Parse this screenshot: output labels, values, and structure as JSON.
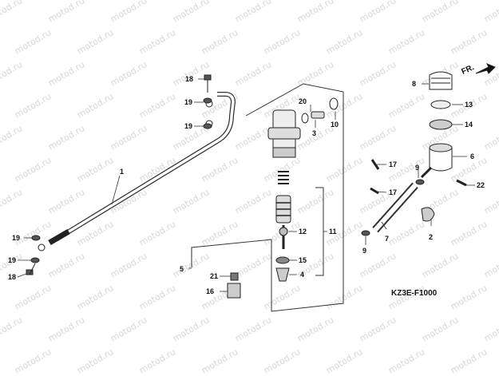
{
  "watermark": "motod.ru",
  "diagram_code": "KZ3E-F1000",
  "front_indicator": "FR.",
  "part_labels": [
    "1",
    "2",
    "3",
    "4",
    "5",
    "6",
    "7",
    "8",
    "9",
    "10",
    "11",
    "12",
    "13",
    "14",
    "15",
    "16",
    "17",
    "18",
    "19",
    "20",
    "21",
    "22"
  ]
}
